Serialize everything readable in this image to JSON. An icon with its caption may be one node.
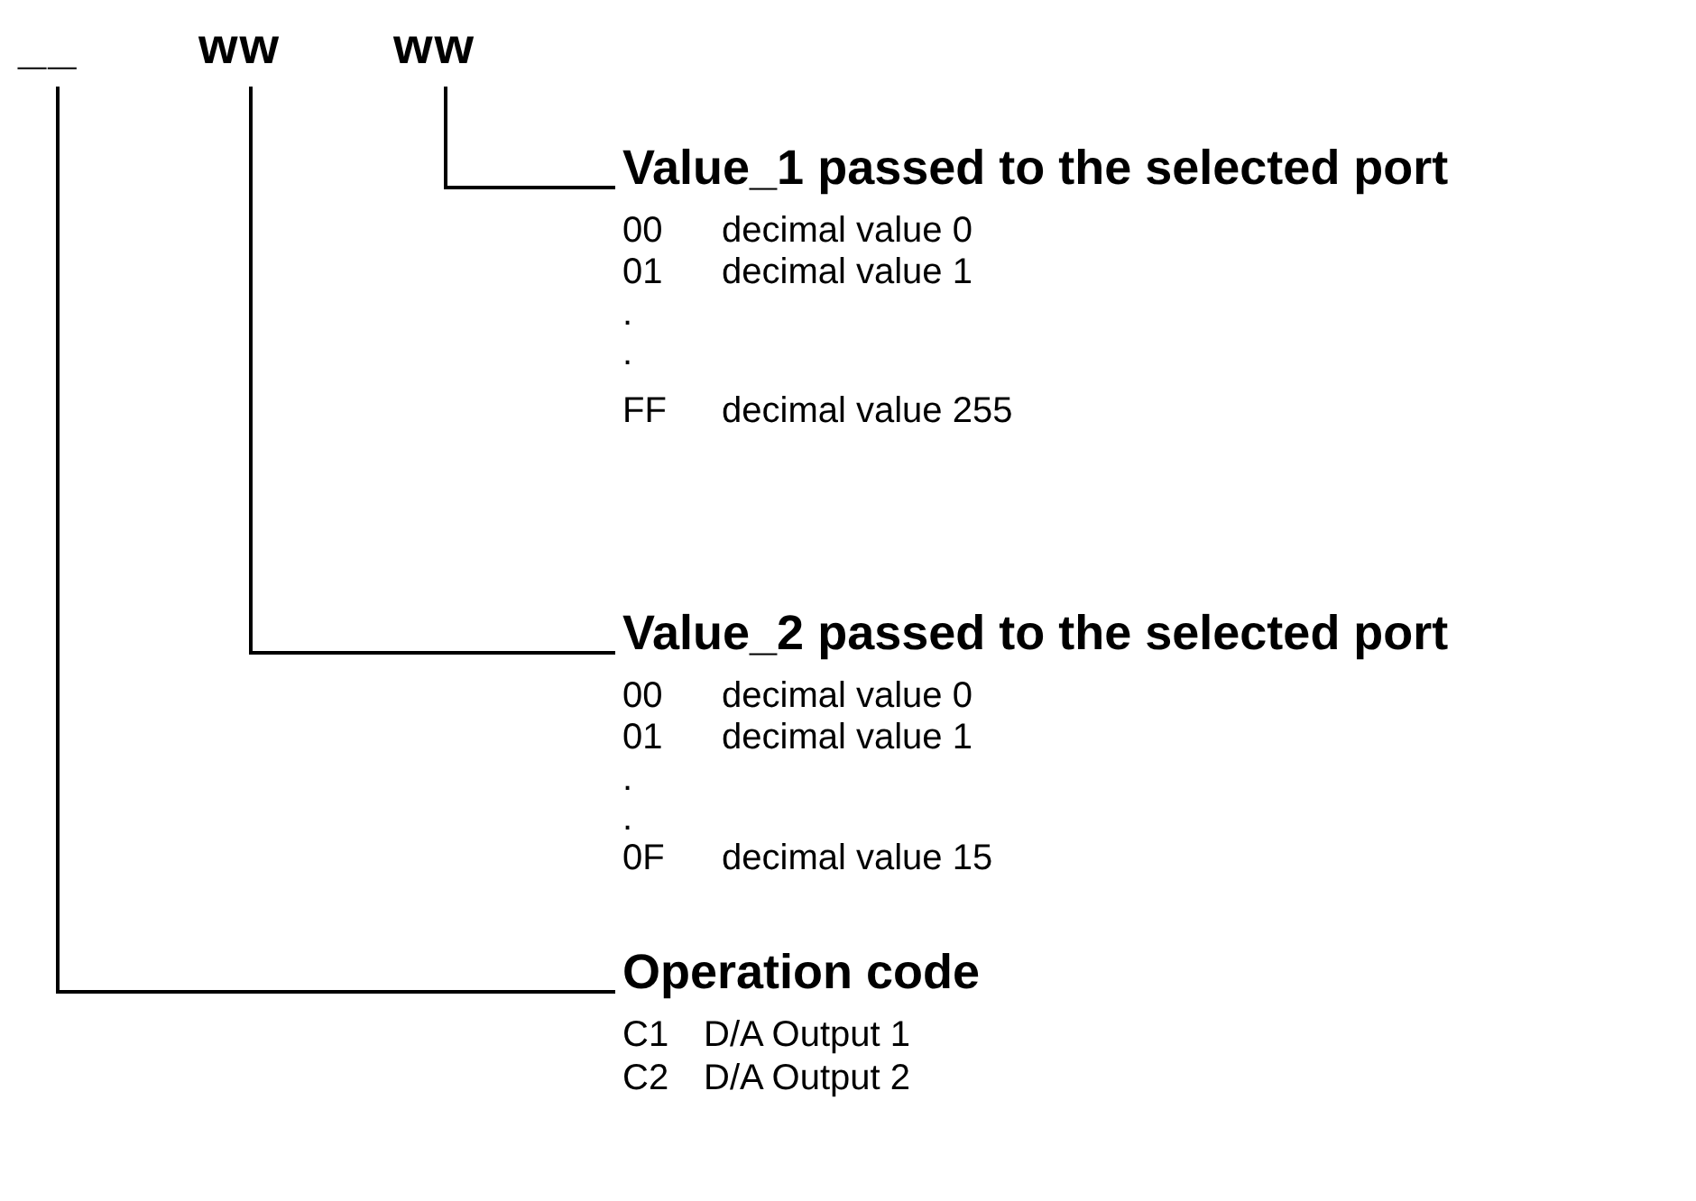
{
  "diagram": {
    "nodes": [
      {
        "text": [
          "__"
        ]
      },
      {
        "text": [
          "ww"
        ]
      },
      {
        "text": [
          "ww"
        ]
      },
      {
        "text": [
          "Value_1 passed to the selected port"
        ]
      },
      {
        "text": [
          "Value_2 passed to the selected port"
        ]
      },
      {
        "text": [
          "Operation code"
        ]
      }
    ],
    "edges": [
      {
        "from": 2,
        "to": 3,
        "arrow": "none"
      },
      {
        "from": 1,
        "to": 4,
        "arrow": "none"
      },
      {
        "from": 0,
        "to": 5,
        "arrow": "none"
      }
    ],
    "labels": [
      "00",
      "decimal value 0",
      "01",
      "decimal value 1",
      ".",
      ".",
      "FF",
      "decimal value 255",
      "00",
      "decimal value 0",
      "01",
      "decimal value 1",
      ".",
      ".",
      "0F",
      "decimal value 15",
      "C1",
      "D/A Output 1",
      "C2",
      "D/A Output 2"
    ]
  }
}
